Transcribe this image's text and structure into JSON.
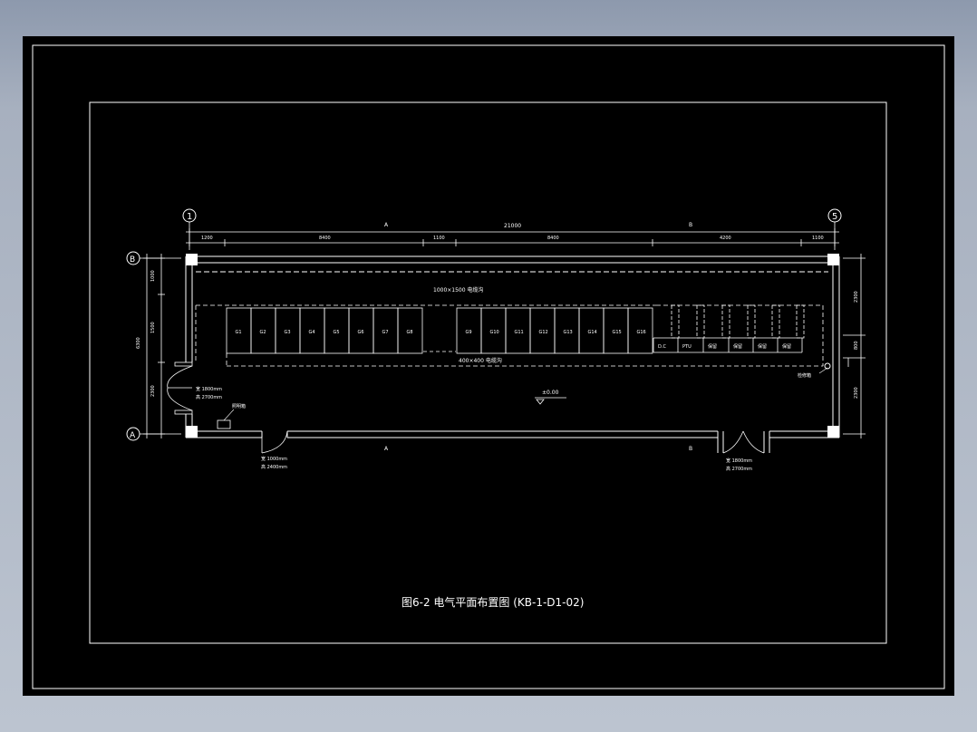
{
  "drawing": {
    "title": "图6-2  电气平面布置图  (KB-1-D1-02)",
    "axes": {
      "col_start": "1",
      "col_end": "5",
      "row_top": "B",
      "row_bottom": "A"
    },
    "top_dims": [
      "1200",
      "8400",
      "1100",
      "8400",
      "4200",
      "1100"
    ],
    "overall_width": "21000",
    "left_dims": [
      "1000",
      "1500",
      "6300",
      "2300"
    ],
    "right_dims": [
      "2300",
      "800",
      "2300"
    ],
    "trench_top_label": "1000×1500  电缆沟",
    "trench_bottom_label": "400×400  电缆沟",
    "level_mark": "±0.00",
    "section_marks": [
      "A",
      "B"
    ],
    "cabinets_left": [
      "G1",
      "G2",
      "G3",
      "G4",
      "G5",
      "G6",
      "G7",
      "G8"
    ],
    "cabinets_right": [
      "G9",
      "G10",
      "G11",
      "G12",
      "G13",
      "G14",
      "G15",
      "G16"
    ],
    "dc_panels": [
      "D.C",
      "PTU",
      "保留",
      "保留",
      "保留",
      "保留"
    ],
    "label_light_box": "照明箱",
    "label_distribution_box": "检修箱",
    "door_left_wall": {
      "width": "宽 1800mm",
      "height": "高 2700mm"
    },
    "door_bottom_left": {
      "width": "宽 1000mm",
      "height": "高 2400mm"
    },
    "door_bottom_right": {
      "width": "宽 1800mm",
      "height": "高 2700mm"
    }
  }
}
